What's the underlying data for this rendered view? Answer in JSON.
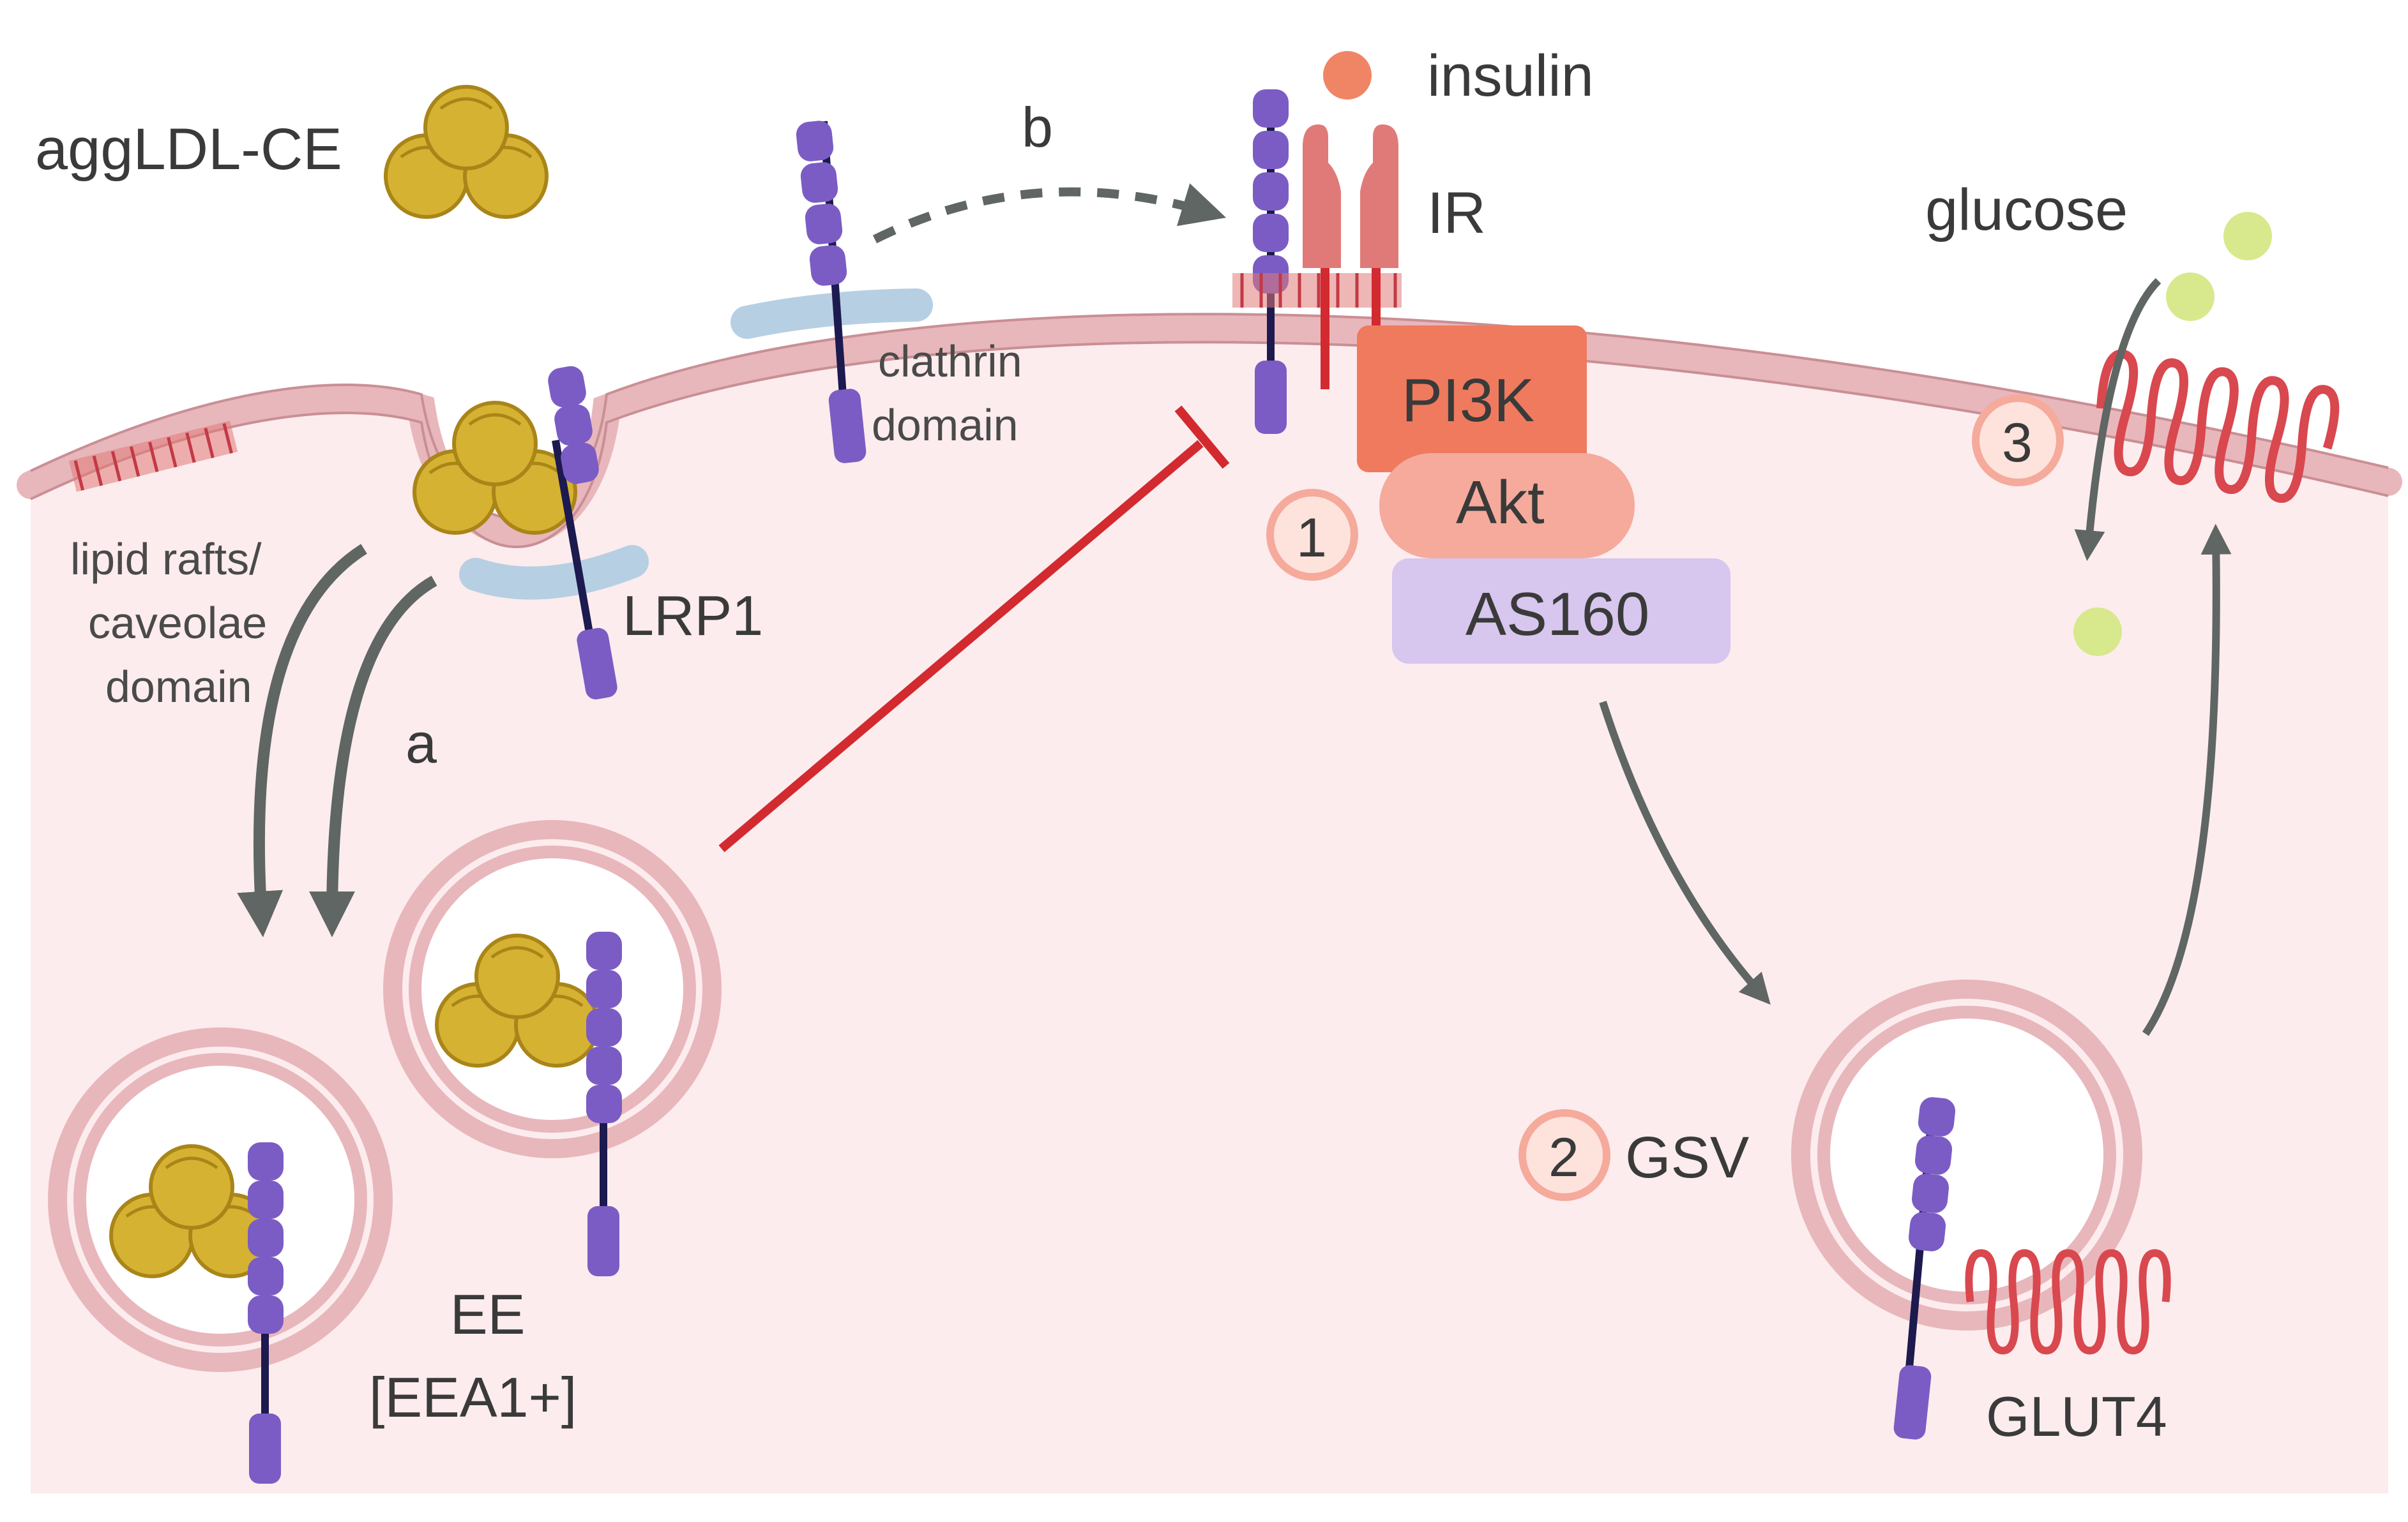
{
  "labels": {
    "aggldl": "aggLDL-CE",
    "insulin": "insulin",
    "ir": "IR",
    "glucose": "glucose",
    "b": "b",
    "clathrin_line1": "clathrin",
    "clathrin_line2": "domain",
    "lipid_line1": "lipid rafts/",
    "lipid_line2": "caveolae",
    "lipid_line3": "domain",
    "lrp1": "LRP1",
    "a": "a",
    "pi3k": "PI3K",
    "akt": "Akt",
    "as160": "AS160",
    "step1": "1",
    "step2": "2",
    "step3": "3",
    "gsv": "GSV",
    "ee_line1": "EE",
    "ee_line2": "[EEA1+]",
    "glut4": "GLUT4"
  },
  "colors": {
    "cytoplasm": "#fcecee",
    "membrane": "#e8b7bb",
    "membrane_edge": "#c98f95",
    "aggldl": "#d6b232",
    "aggldl_edge": "#a98519",
    "lrp1": "#7b5cc4",
    "lrp1_stalk": "#1c1a4e",
    "insulin": "#f08566",
    "ir": "#e07a78",
    "pi3k": "#ef7a5e",
    "akt": "#f5aa9c",
    "as160": "#d7c6ee",
    "glucose": "#d7e98c",
    "glut4": "#d8484e",
    "inhibition": "#d22a2f",
    "arrow": "#5f6663",
    "clathrin": "#b7cfe3",
    "text": "#3a3a3a"
  }
}
